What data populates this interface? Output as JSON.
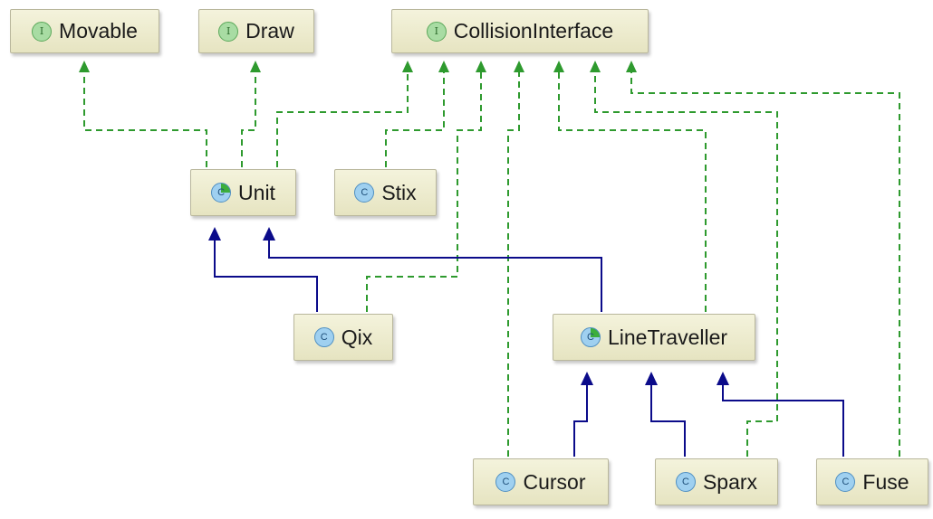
{
  "nodes": {
    "movable": {
      "label": "Movable",
      "badge": "I"
    },
    "draw": {
      "label": "Draw",
      "badge": "I"
    },
    "collision": {
      "label": "CollisionInterface",
      "badge": "I"
    },
    "unit": {
      "label": "Unit",
      "badge": "C"
    },
    "stix": {
      "label": "Stix",
      "badge": "C"
    },
    "qix": {
      "label": "Qix",
      "badge": "C"
    },
    "linetraveller": {
      "label": "LineTraveller",
      "badge": "C"
    },
    "cursor": {
      "label": "Cursor",
      "badge": "C"
    },
    "sparx": {
      "label": "Sparx",
      "badge": "C"
    },
    "fuse": {
      "label": "Fuse",
      "badge": "C"
    }
  },
  "colors": {
    "implements": "#2e9a2e",
    "extends": "#0b0b8a",
    "node_fill": "#efedd2",
    "node_border": "#b9b79c"
  }
}
